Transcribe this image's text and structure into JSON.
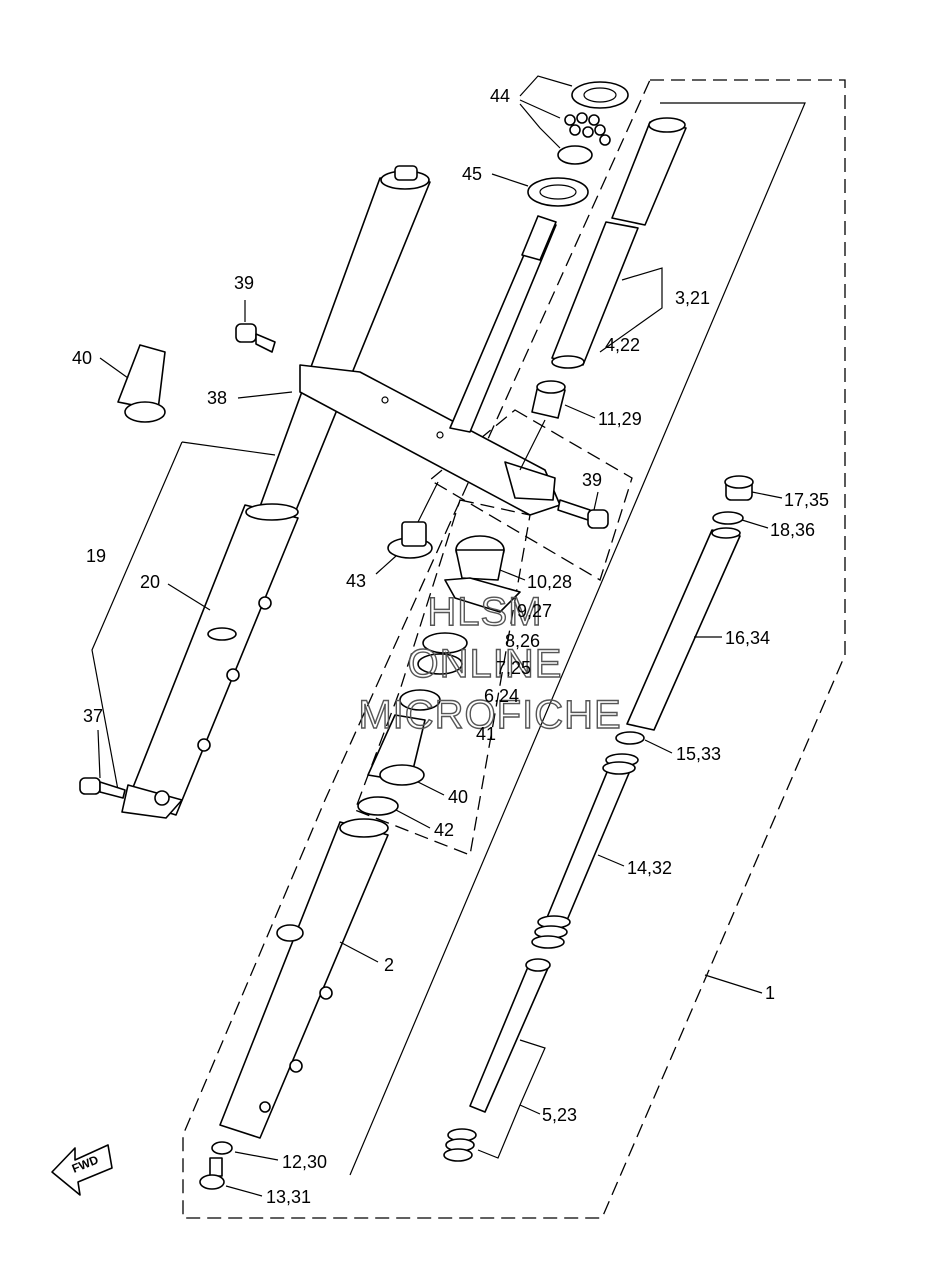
{
  "callouts": {
    "c44": "44",
    "c45": "45",
    "c3_21": "3,21",
    "c4_22": "4,22",
    "c11_29": "11,29",
    "c39a": "39",
    "c40a": "40",
    "c38": "38",
    "c39b": "39",
    "c17_35": "17,35",
    "c18_36": "18,36",
    "c19": "19",
    "c20": "20",
    "c43": "43",
    "c10_28": "10,28",
    "c9_27": "9,27",
    "c8_26": "8,26",
    "c7_25": "7,25",
    "c6_24": "6,24",
    "c41": "41",
    "c16_34": "16,34",
    "c37": "37",
    "c15_33": "15,33",
    "c40b": "40",
    "c42": "42",
    "c14_32": "14,32",
    "c2": "2",
    "c1": "1",
    "c5_23": "5,23",
    "c12_30": "12,30",
    "c13_31": "13,31"
  },
  "watermark": {
    "line1": "HLSM",
    "line2": "ONLINE",
    "line3": "MICROFICHE"
  },
  "fwd_label": "FWD"
}
